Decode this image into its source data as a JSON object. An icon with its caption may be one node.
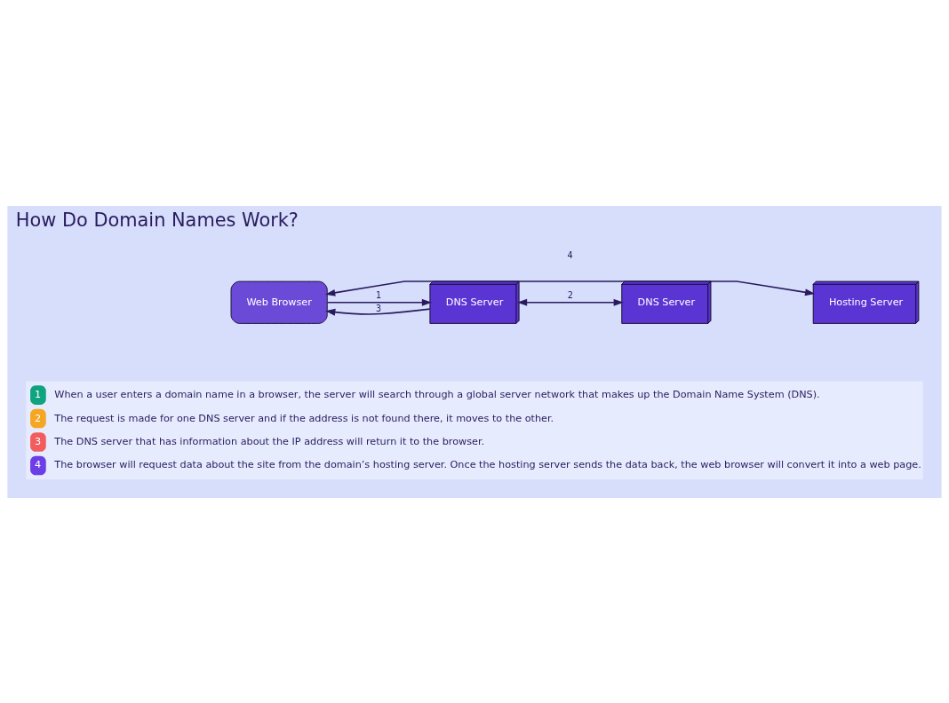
{
  "diagram": {
    "title": "How Do Domain Names Work?",
    "nodes": [
      {
        "text": [
          "Web Browser"
        ]
      },
      {
        "text": [
          "DNS Server"
        ]
      },
      {
        "text": [
          "DNS Server"
        ]
      },
      {
        "text": [
          "Hosting Server"
        ]
      }
    ],
    "edges": [
      {
        "from": 0,
        "to": 1,
        "arrow": "to",
        "label": "1"
      },
      {
        "from": 1,
        "to": 0,
        "arrow": "to",
        "label": "3"
      },
      {
        "from": 1,
        "to": 2,
        "arrow": "both",
        "label": "2"
      },
      {
        "from": 0,
        "to": 3,
        "arrow": "both",
        "label": "4"
      }
    ],
    "labels": [
      "1",
      "When a user enters a domain name in a browser, the server will search through a global server network that makes up the Domain Name System (DNS).",
      "2",
      "The request is made for one DNS server and if the address is not found there, it moves to the other.",
      "3",
      "The DNS server that has information about the IP address will return it to the browser.",
      "4",
      "The browser will request data about the site from the domain’s hosting server. Once the hosting server sends the data back, the web browser will convert it into a web page."
    ]
  }
}
